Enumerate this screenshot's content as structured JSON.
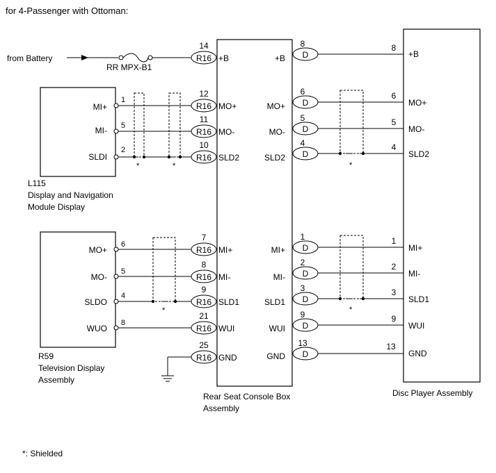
{
  "title": "for 4-Passenger with Ottoman:",
  "battery": {
    "from": "from Battery",
    "fuse": "RR MPX-B1"
  },
  "display_module": {
    "code": "L115",
    "name_line1": "Display and Navigation",
    "name_line2": "Module Display",
    "pins": [
      {
        "name": "MI+",
        "pin": "1"
      },
      {
        "name": "MI-",
        "pin": "5"
      },
      {
        "name": "SLDI",
        "pin": "2"
      }
    ]
  },
  "tv_display": {
    "code": "R59",
    "name_line1": "Television Display",
    "name_line2": "Assembly",
    "pins": [
      {
        "name": "MO+",
        "pin": "6"
      },
      {
        "name": "MO-",
        "pin": "5"
      },
      {
        "name": "SLDO",
        "pin": "4"
      },
      {
        "name": "WUO",
        "pin": "8"
      }
    ]
  },
  "console_box": {
    "name_line1": "Rear Seat Console Box",
    "name_line2": "Assembly",
    "left_connector": "R16",
    "right_connector": "D",
    "left_pins": [
      {
        "num": "14",
        "name": "+B"
      },
      {
        "num": "12",
        "name": "MO+"
      },
      {
        "num": "11",
        "name": "MO-"
      },
      {
        "num": "10",
        "name": "SLD2"
      },
      {
        "num": "7",
        "name": "MI+"
      },
      {
        "num": "8",
        "name": "MI-"
      },
      {
        "num": "9",
        "name": "SLD1"
      },
      {
        "num": "21",
        "name": "WUI"
      },
      {
        "num": "25",
        "name": "GND"
      }
    ],
    "right_pins": [
      {
        "num": "8",
        "name": "+B"
      },
      {
        "num": "6",
        "name": "MO+"
      },
      {
        "num": "5",
        "name": "MO-"
      },
      {
        "num": "4",
        "name": "SLD2"
      },
      {
        "num": "1",
        "name": "MI+"
      },
      {
        "num": "2",
        "name": "MI-"
      },
      {
        "num": "3",
        "name": "SLD1"
      },
      {
        "num": "9",
        "name": "WUI"
      },
      {
        "num": "13",
        "name": "GND"
      }
    ]
  },
  "disc_player": {
    "name": "Disc Player Assembly",
    "pins": [
      {
        "num": "8",
        "name": "+B"
      },
      {
        "num": "6",
        "name": "MO+"
      },
      {
        "num": "5",
        "name": "MO-"
      },
      {
        "num": "4",
        "name": "SLD2"
      },
      {
        "num": "1",
        "name": "MI+"
      },
      {
        "num": "2",
        "name": "MI-"
      },
      {
        "num": "3",
        "name": "SLD1"
      },
      {
        "num": "9",
        "name": "WUI"
      },
      {
        "num": "13",
        "name": "GND"
      }
    ]
  },
  "shield_mark": "*",
  "footnote": "*: Shielded"
}
